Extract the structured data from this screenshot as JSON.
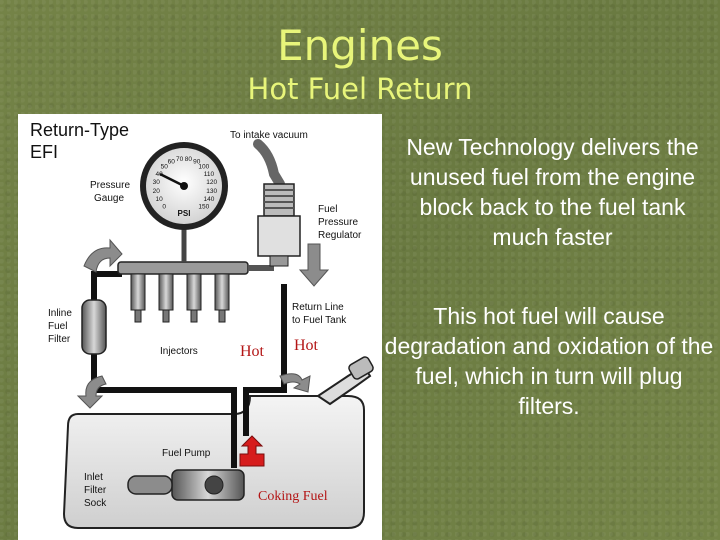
{
  "slide": {
    "title": "Engines",
    "subtitle": "Hot Fuel Return",
    "bullets": [
      "New Technology delivers the unused fuel from the engine block back to the fuel tank much faster",
      "This hot fuel will cause degradation and oxidation of the fuel, which in turn will plug filters."
    ]
  },
  "diagram": {
    "heading_line1": "Return-Type",
    "heading_line2": "EFI",
    "labels": {
      "intake_vacuum": "To intake vacuum",
      "pressure_gauge_1": "Pressure",
      "pressure_gauge_2": "Gauge",
      "fuel_regulator_1": "Fuel",
      "fuel_regulator_2": "Pressure",
      "fuel_regulator_3": "Regulator",
      "return_line_1": "Return Line",
      "return_line_2": "to Fuel Tank",
      "inline_filter_1": "Inline",
      "inline_filter_2": "Fuel",
      "inline_filter_3": "Filter",
      "injectors": "Injectors",
      "fuel_pump": "Fuel Pump",
      "inlet_filter_1": "Inlet",
      "inlet_filter_2": "Filter",
      "inlet_filter_3": "Sock",
      "gauge_unit": "PSI",
      "hot_1": "Hot",
      "hot_2": "Hot",
      "coking_fuel": "Coking Fuel"
    },
    "gauge_ticks": [
      "0",
      "10",
      "20",
      "30",
      "40",
      "50",
      "60",
      "70",
      "80",
      "90",
      "100",
      "110",
      "120",
      "130",
      "140",
      "150"
    ],
    "colors": {
      "hot_text": "#b31515",
      "slide_title": "#e8f57a",
      "background": "#6f7e46",
      "hot_marker": "#d61c1c"
    }
  }
}
